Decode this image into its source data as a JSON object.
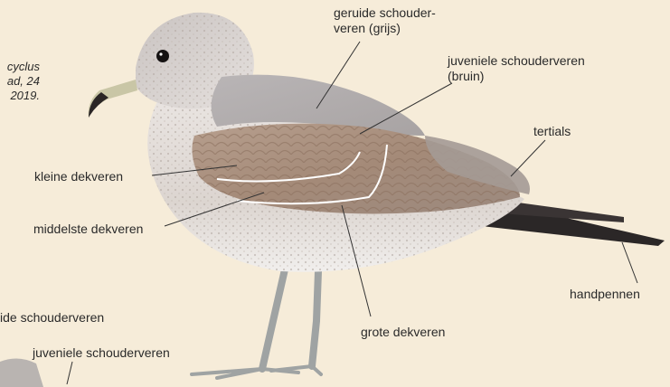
{
  "caption": {
    "line1": "cyclus",
    "line2": "ad, 24",
    "line3": "2019."
  },
  "labels": {
    "scapulars_grey_line1": "geruide schouder-",
    "scapulars_grey_line2": "veren (grijs)",
    "scapulars_brown_line1": "juveniele schouderveren",
    "scapulars_brown_line2": "(bruin)",
    "tertials": "tertials",
    "lesser_coverts": "kleine dekveren",
    "median_coverts": "middelste dekveren",
    "greater_coverts": "grote dekveren",
    "primaries": "handpennen",
    "left_cut_1": "ide schouderveren",
    "left_cut_2": "juveniele schouderveren"
  },
  "colors": {
    "background": "#f6ecd9",
    "label_lines": "#333333",
    "covert_outline": "#ffffff"
  }
}
